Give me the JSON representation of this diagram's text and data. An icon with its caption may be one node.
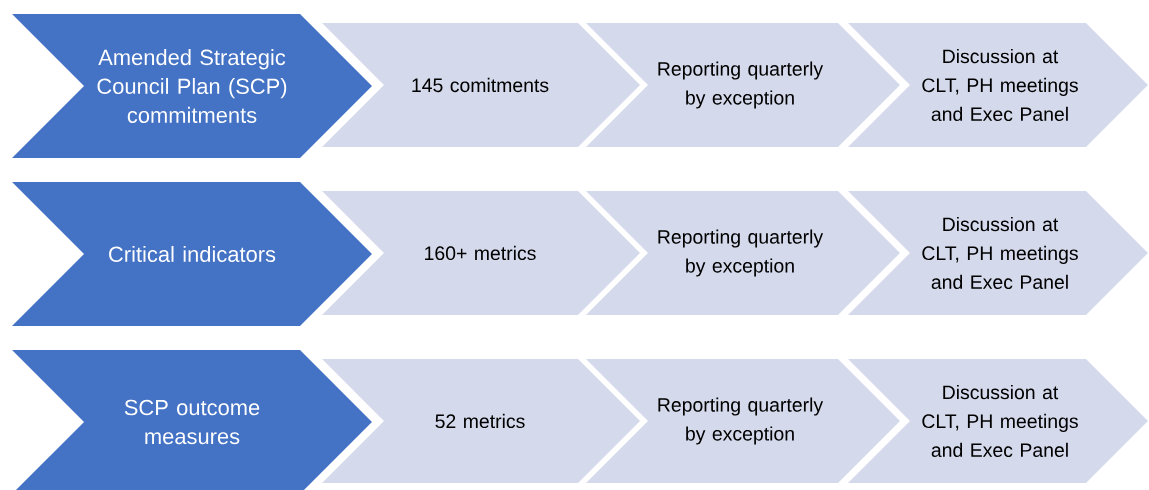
{
  "diagram": {
    "nodes": [
      {
        "text": [
          "Amended Strategic Council Plan (SCP) commitments"
        ]
      },
      {
        "text": [
          "145 comitments"
        ]
      },
      {
        "text": [
          "Reporting quarterly by exception"
        ]
      },
      {
        "text": [
          "Discussion at CLT, PH meetings and Exec Panel"
        ]
      },
      {
        "text": [
          "Critical indicators"
        ]
      },
      {
        "text": [
          "160+ metrics"
        ]
      },
      {
        "text": [
          "Reporting quarterly by exception"
        ]
      },
      {
        "text": [
          "Discussion at CLT, PH meetings and Exec Panel"
        ]
      },
      {
        "text": [
          "SCP outcome measures"
        ]
      },
      {
        "text": [
          "52 metrics"
        ]
      },
      {
        "text": [
          "Reporting quarterly by exception"
        ]
      },
      {
        "text": [
          "Discussion at CLT, PH meetings and Exec Panel"
        ]
      }
    ]
  }
}
